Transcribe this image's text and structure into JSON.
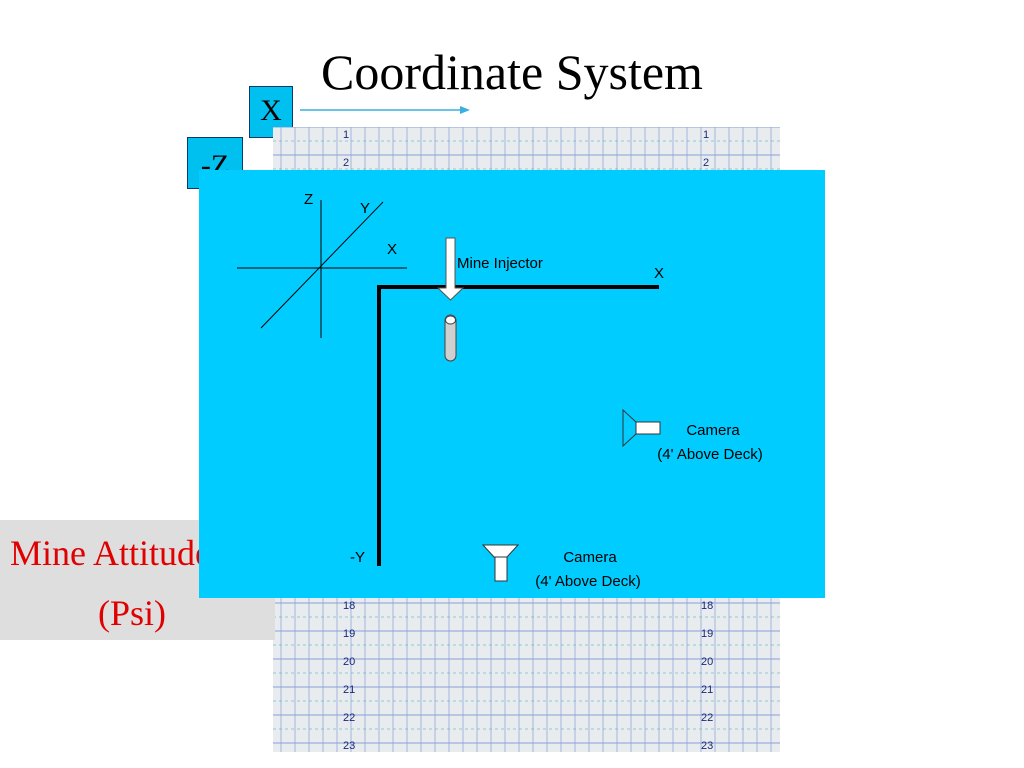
{
  "title": "Coordinate System",
  "axis_tiles": {
    "x_label": "X",
    "z_label": "-Z"
  },
  "grid": {
    "left_rows_top": [
      "1",
      "2"
    ],
    "right_rows_top": [
      "1",
      "2"
    ],
    "left_rows_bottom": [
      "18",
      "19",
      "20",
      "21",
      "22",
      "23"
    ],
    "right_rows_bottom": [
      "18",
      "19",
      "20",
      "21",
      "22",
      "23"
    ]
  },
  "mine_attitude": {
    "line1": "Mine Attitude",
    "line2": "(Psi)"
  },
  "diagram": {
    "axes_icon": {
      "z_label": "Z",
      "y_label": "Y",
      "x_label": "X"
    },
    "injector_label": "Mine Injector",
    "x_axis_label": "X",
    "neg_y_label": "-Y",
    "camera_side": {
      "line1": "Camera",
      "line2": "(4' Above Deck)"
    },
    "camera_bottom": {
      "line1": "Camera",
      "line2": "(4' Above Deck)"
    }
  },
  "colors": {
    "panel_cyan": "#00ccff",
    "tile_cyan": "#00c0f0",
    "attitude_red": "#e00000",
    "grid_blue": "#8aa0d8",
    "grid_teal": "#3aa8b8"
  }
}
